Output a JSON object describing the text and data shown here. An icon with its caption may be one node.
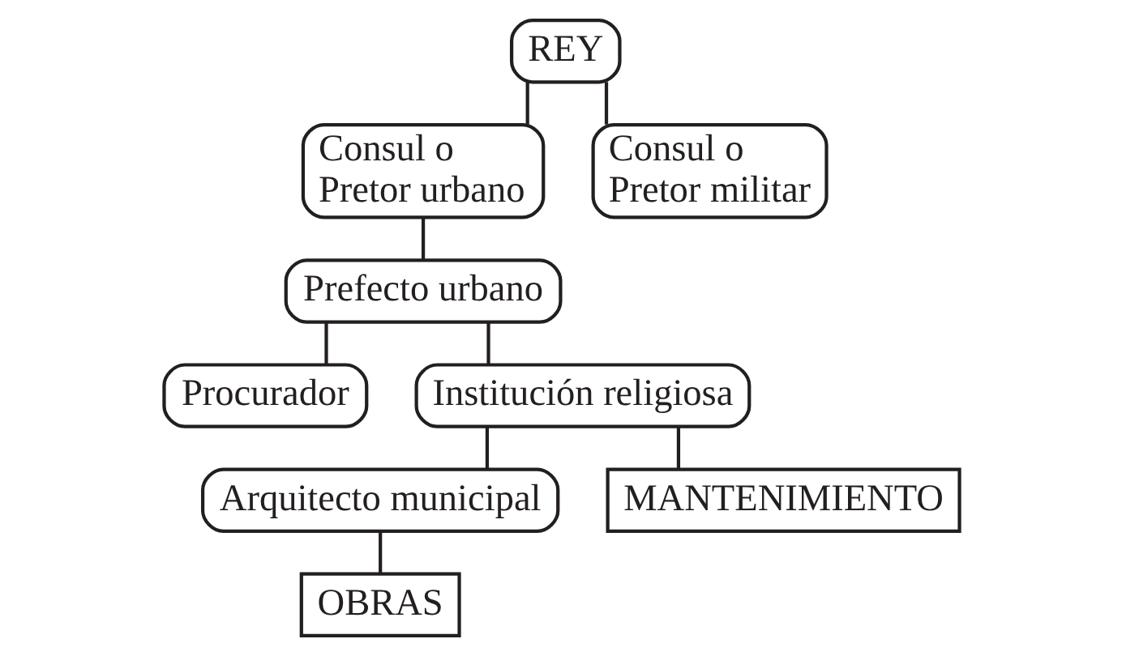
{
  "diagram": {
    "nodes": [
      {
        "text": [
          "REY"
        ]
      },
      {
        "text": [
          "Consul o Pretor urbano"
        ]
      },
      {
        "text": [
          "Consul o Pretor militar"
        ]
      },
      {
        "text": [
          "Prefecto urbano"
        ]
      },
      {
        "text": [
          "Procurador"
        ]
      },
      {
        "text": [
          "Institución religiosa"
        ]
      },
      {
        "text": [
          "Arquitecto municipal"
        ]
      },
      {
        "text": [
          "OBRAS"
        ]
      },
      {
        "text": [
          "MANTENIMIENTO"
        ]
      }
    ],
    "edges": [
      {
        "from": 0,
        "to": 1,
        "arrow": "none"
      },
      {
        "from": 0,
        "to": 2,
        "arrow": "none"
      },
      {
        "from": 1,
        "to": 3,
        "arrow": "none"
      },
      {
        "from": 3,
        "to": 4,
        "arrow": "none"
      },
      {
        "from": 3,
        "to": 5,
        "arrow": "none"
      },
      {
        "from": 5,
        "to": 6,
        "arrow": "none"
      },
      {
        "from": 5,
        "to": 8,
        "arrow": "none"
      },
      {
        "from": 6,
        "to": 7,
        "arrow": "none"
      }
    ]
  }
}
